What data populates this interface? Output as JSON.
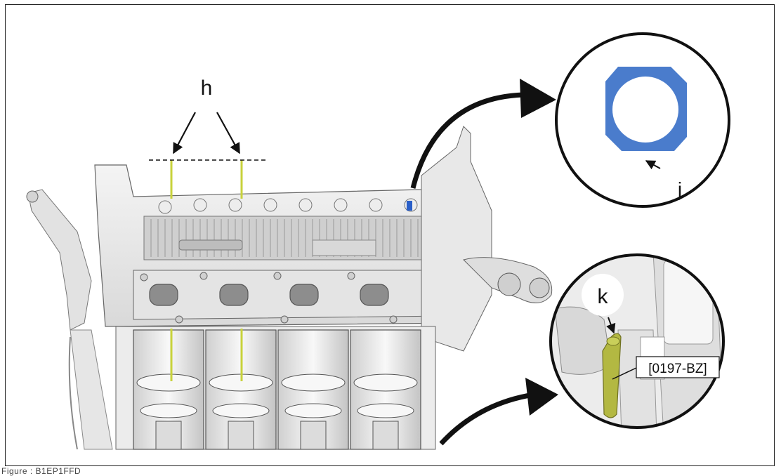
{
  "labels": {
    "h": "h",
    "j": "j",
    "k": "k",
    "tool": "[0197-BZ]"
  },
  "caption": "Figure : B1EP1FFD",
  "colors": {
    "seal_ring": "#4a7ccc",
    "timing_pin": "#b3b842",
    "marker_lines": "#c8d23c",
    "blue_marker": "#2a5fc8"
  }
}
